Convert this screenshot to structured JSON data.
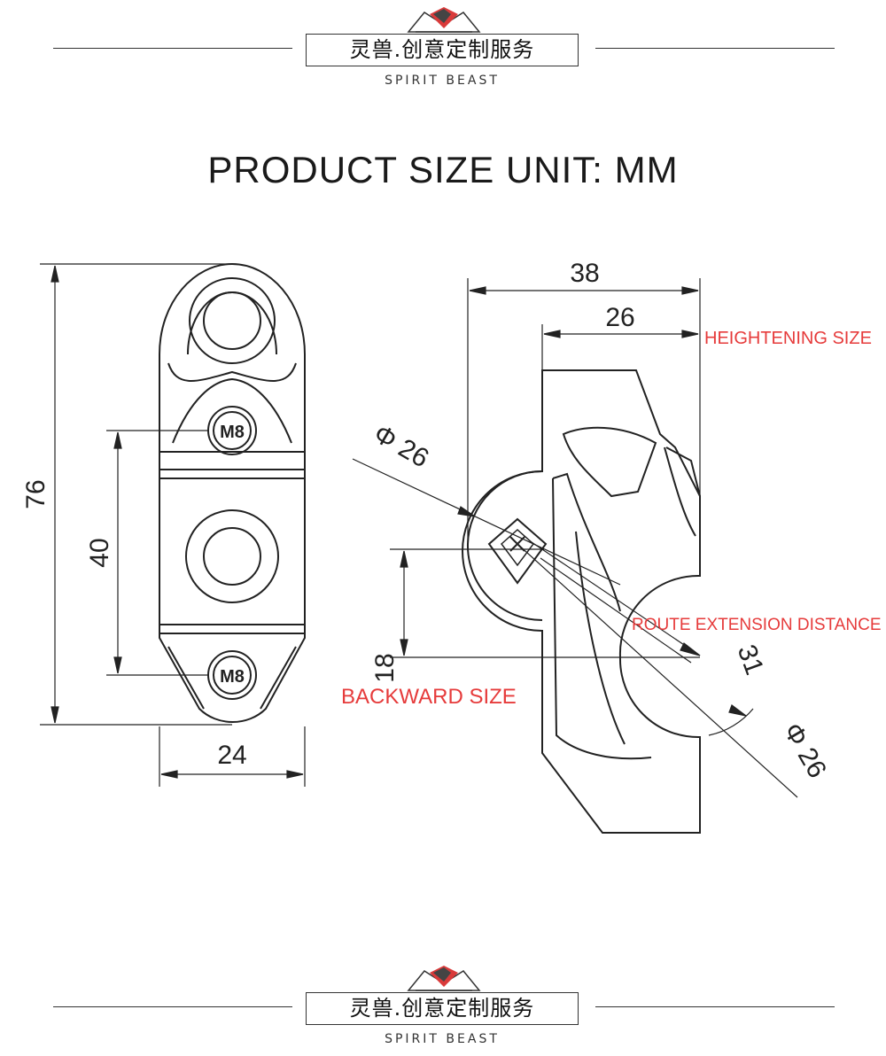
{
  "header": {
    "brand_zh": "灵兽.创意定制服务",
    "brand_en": "SPIRIT BEAST"
  },
  "footer": {
    "brand_zh": "灵兽.创意定制服务",
    "brand_en": "SPIRIT BEAST"
  },
  "title": "PRODUCT SIZE UNIT: MM",
  "front_view": {
    "height": "76",
    "hole_spacing": "40",
    "width": "24",
    "bolt_top": "M8",
    "bolt_bottom": "M8"
  },
  "side_view": {
    "overall_width": "38",
    "heightening": "26",
    "diameter_top": "Φ 26",
    "diameter_bottom": "Φ 26",
    "backward": "18",
    "route_extension": "31"
  },
  "annotations": {
    "heightening_size": "HEIGHTENING SIZE",
    "route_extension_distance": "ROUTE EXTENSION DISTANCE",
    "backward_size": "BACKWARD SIZE"
  },
  "colors": {
    "annotation": "#e63b3b",
    "line": "#222222",
    "logo_red": "#d93a3a"
  }
}
